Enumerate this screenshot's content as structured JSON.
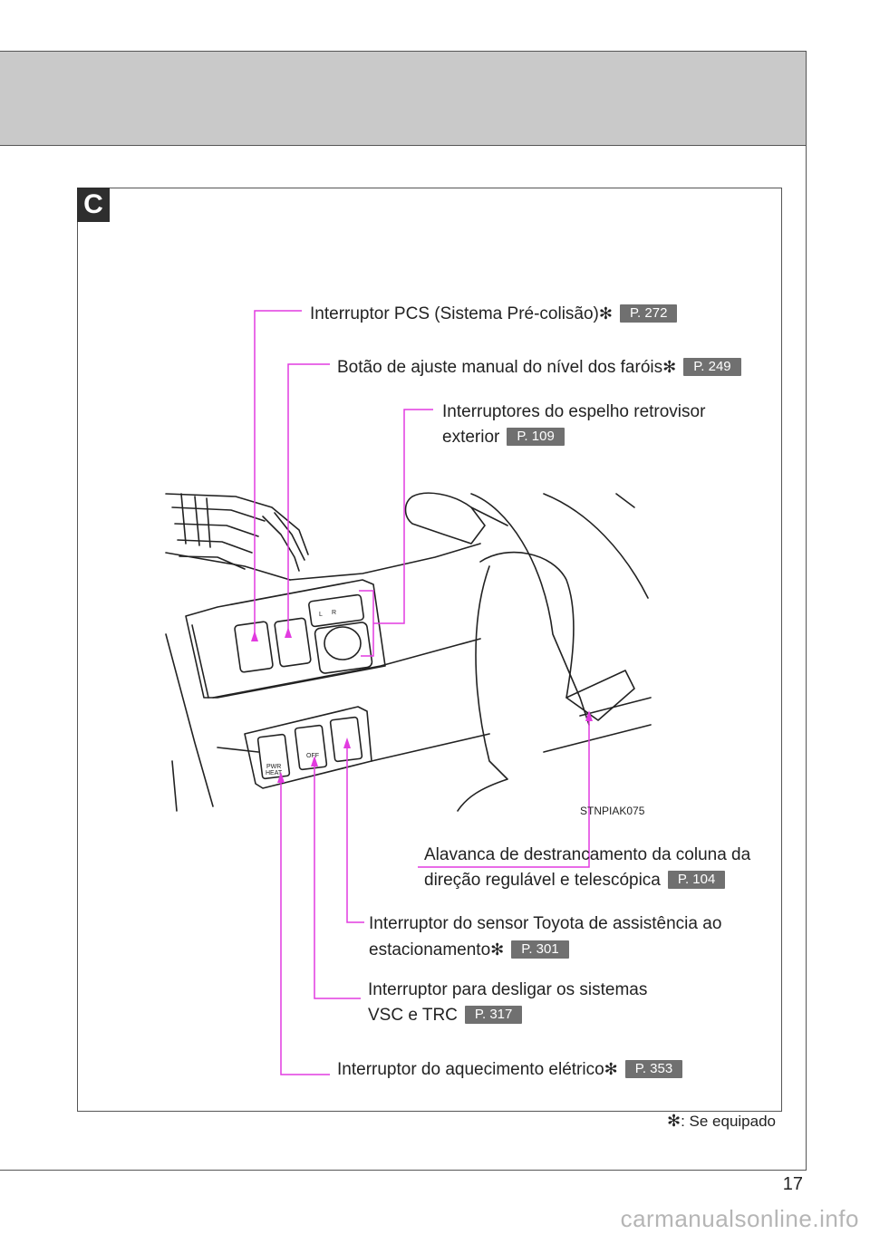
{
  "section": {
    "letter": "C"
  },
  "star_symbol": "✻",
  "figure": {
    "code": "STNPIAK075"
  },
  "callouts": [
    {
      "id": "pcs",
      "lines": [
        "Interruptor PCS (Sistema Pré-colisão)"
      ],
      "starred": true,
      "ref": "P. 272"
    },
    {
      "id": "headlight-level",
      "lines": [
        "Botão de ajuste manual do nível dos faróis"
      ],
      "starred": true,
      "ref": "P. 249"
    },
    {
      "id": "mirror",
      "lines": [
        "Interruptores do espelho retrovisor",
        "exterior"
      ],
      "starred": false,
      "ref": "P. 109"
    },
    {
      "id": "steering-lock",
      "lines": [
        "Alavanca de destrancamento da coluna da",
        "direção regulável e telescópica"
      ],
      "starred": false,
      "ref": "P. 104"
    },
    {
      "id": "parking-sensor",
      "lines": [
        "Interruptor do sensor Toyota de assistência ao",
        "estacionamento"
      ],
      "starred": true,
      "ref": "P. 301"
    },
    {
      "id": "vsc-trc",
      "lines": [
        "Interruptor para desligar os sistemas",
        "VSC e TRC"
      ],
      "starred": false,
      "ref": "P. 317"
    },
    {
      "id": "pwr-heat",
      "lines": [
        "Interruptor do aquecimento elétrico"
      ],
      "starred": true,
      "ref": "P. 353"
    }
  ],
  "switch_labels": {
    "vsc_off": "OFF",
    "pwr_heat_1": "PWR",
    "pwr_heat_2": "HEAT",
    "mirror_l": "L",
    "mirror_r": "R"
  },
  "footnote": {
    "text": ": Se equipado"
  },
  "page_number": "17",
  "watermark": "carmanualsonline.info",
  "colors": {
    "leader": "#e23be0",
    "badge": "#707070",
    "header_band": "#c9c9c9",
    "section_badge": "#2e2e2e"
  }
}
